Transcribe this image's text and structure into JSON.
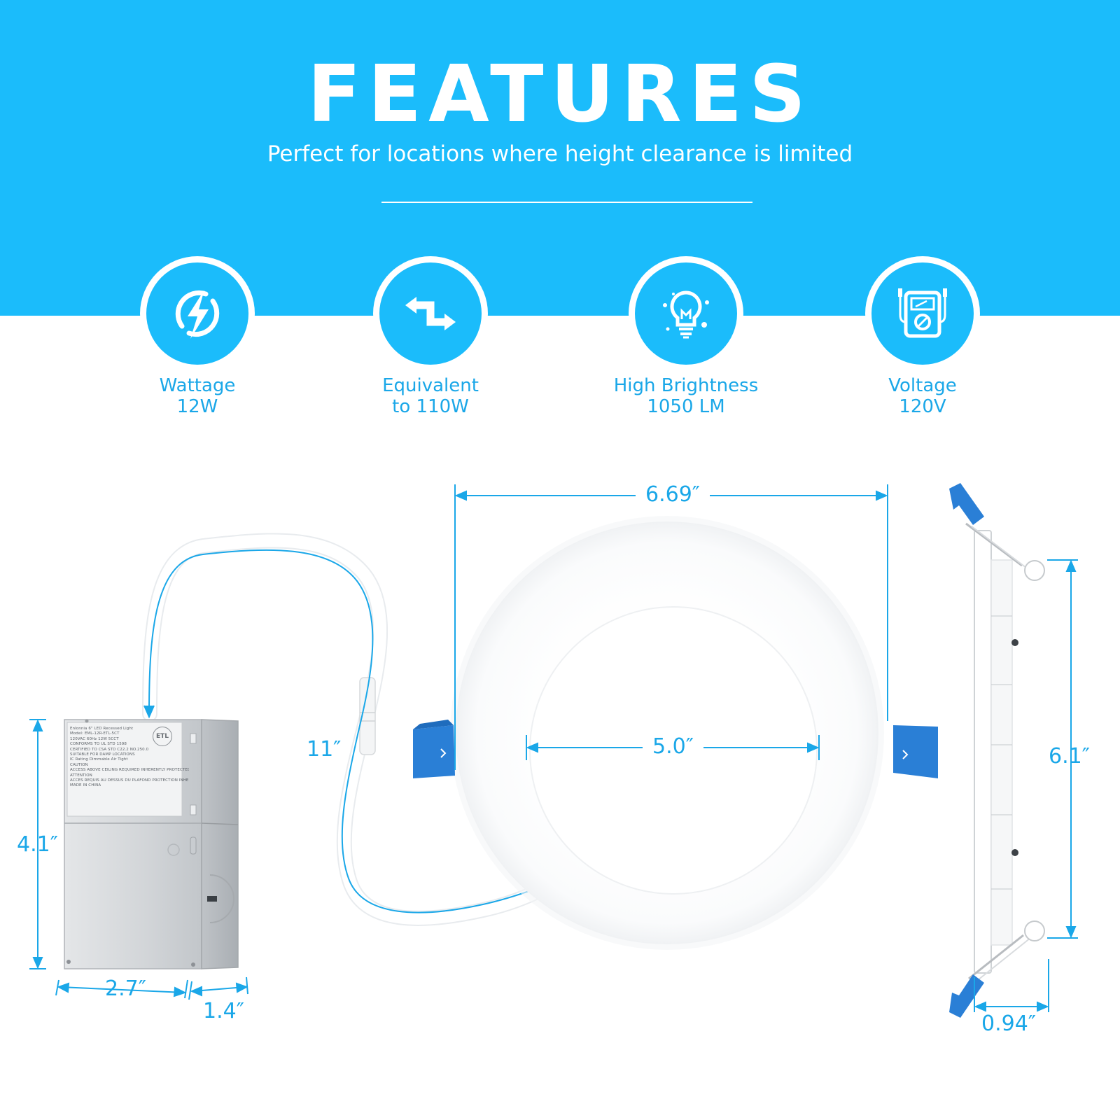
{
  "hero": {
    "title": "FEATURES",
    "subtitle": "Perfect for locations where height clearance is limited",
    "background_color": "#1bbcfb"
  },
  "features": [
    {
      "icon": "lightning-bolt-icon",
      "label_line1": "Wattage",
      "label_line2": "12W"
    },
    {
      "icon": "conversion-arrows-icon",
      "label_line1": "Equivalent",
      "label_line2": "to 110W"
    },
    {
      "icon": "light-bulb-icon",
      "label_line1": "High Brightness",
      "label_line2": "1050 LM"
    },
    {
      "icon": "multimeter-icon",
      "label_line1": "Voltage",
      "label_line2": "120V"
    }
  ],
  "dimensions": {
    "outer_diameter": "6.69″",
    "inner_diameter": "5.0″",
    "cable_length": "11″",
    "box_height": "4.1″",
    "box_width": "2.7″",
    "box_depth": "1.4″",
    "cutout_height": "6.1″",
    "light_depth": "0.94″"
  },
  "junction_box": {
    "label_lines": [
      "Enlonnia 6\" LED Recessed Light",
      "Model: EML-12R-ETL-5CT",
      "120VAC 60Hz 12W 5CCT",
      "CONFORMS TO UL STD 1598",
      "CERTIFIED TO CSA STD C22.2 NO.250.0",
      "SUITABLE FOR DAMP LOCATIONS",
      "IC Rating Dimmable Air Tight",
      "CAUTION",
      "ACCESS ABOVE CEILING REQUIRED INHERENTLY PROTECTED",
      "ATTENTION",
      "ACCES REQUIS AU DESSUS DU PLAFOND PROTECTION INHERENTE",
      "MADE IN CHINA"
    ],
    "cert_mark": "ETL"
  },
  "accent_color": "#1aa7e8",
  "clip_color": "#2a7fd6"
}
